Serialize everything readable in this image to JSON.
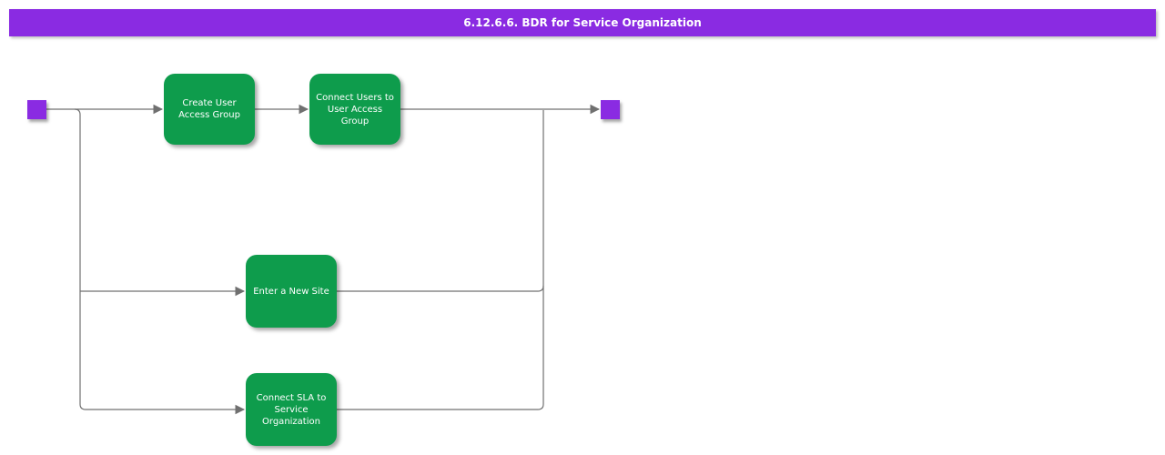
{
  "title_bar": {
    "text": "6.12.6.6. BDR for Service Organization"
  },
  "colors": {
    "page_bg": "#ffffff",
    "title_bg": "#8a2be2",
    "terminal_fill": "#8a2be2",
    "activity_fill": "#0e9c4c",
    "connector": "#707070",
    "text": "#ffffff"
  },
  "diagram": {
    "type": "activity-flowchart",
    "start_node": "start",
    "end_node": "end",
    "activities": [
      {
        "id": "create-user-access-group",
        "label": "Create User Access Group"
      },
      {
        "id": "connect-users-to-user-access-group",
        "label": "Connect Users to User Access Group"
      },
      {
        "id": "enter-a-new-site",
        "label": "Enter a New Site"
      },
      {
        "id": "connect-sla-to-service-organization",
        "label": "Connect SLA to Service Organization"
      }
    ],
    "flows": [
      "start -> create-user-access-group",
      "create-user-access-group -> connect-users-to-user-access-group",
      "connect-users-to-user-access-group -> end",
      "start -> enter-a-new-site",
      "enter-a-new-site -> end",
      "start -> connect-sla-to-service-organization",
      "connect-sla-to-service-organization -> end"
    ]
  }
}
